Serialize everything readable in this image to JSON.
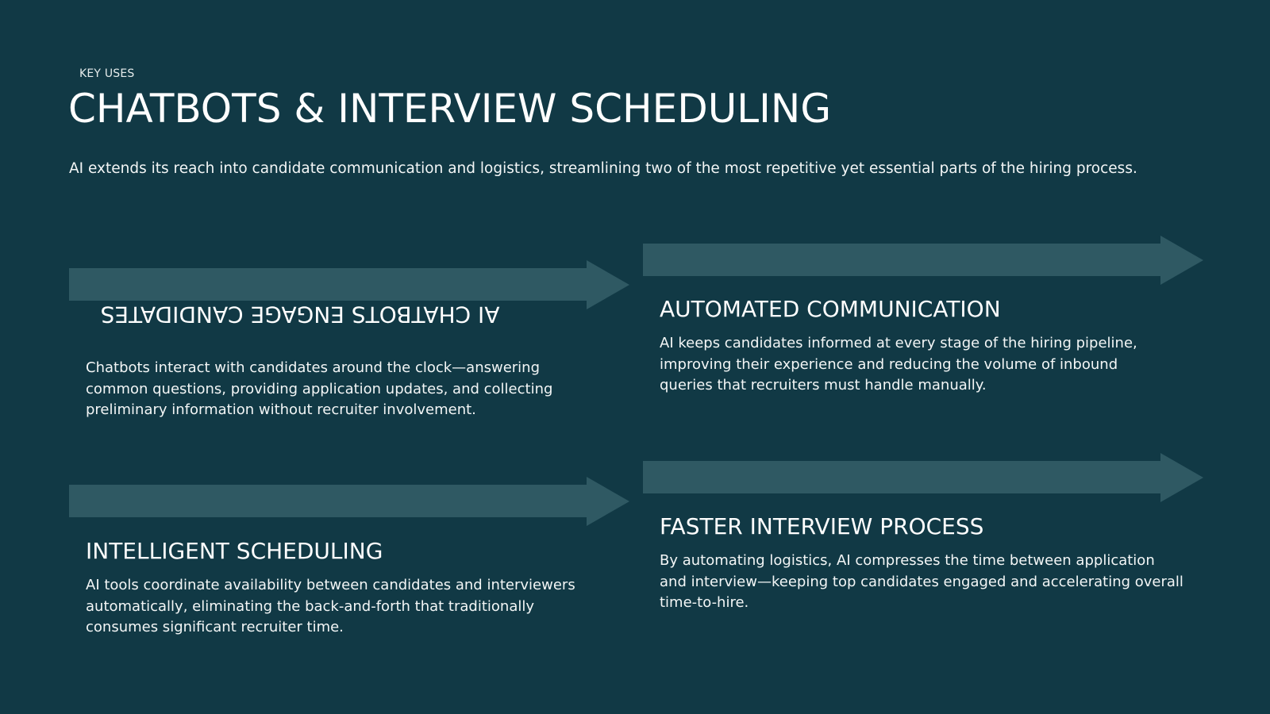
{
  "header": {
    "eyebrow": "KEY USES",
    "title": "CHATBOTS & INTERVIEW SCHEDULING",
    "subtitle": "AI extends its reach into candidate communication and logistics, streamlining two of the most repetitive yet essential parts of the hiring process."
  },
  "colors": {
    "background": "#113945",
    "arrow": "#2f5963",
    "text": "#ffffff"
  },
  "cards": [
    {
      "heading": "AI CHATBOTS ENGAGE CANDIDATES",
      "heading_flipped": true,
      "body": "Chatbots interact with candidates around the clock—answering common questions, providing application updates, and collecting preliminary information without recruiter involvement."
    },
    {
      "heading": "AUTOMATED COMMUNICATION",
      "heading_flipped": false,
      "body": "AI keeps candidates informed at every stage of the hiring pipeline, improving their experience and reducing the volume of inbound queries that recruiters must handle manually."
    },
    {
      "heading": "INTELLIGENT SCHEDULING",
      "heading_flipped": false,
      "body": "AI tools coordinate availability between candidates and interviewers automatically, eliminating the back-and-forth that traditionally consumes significant recruiter time."
    },
    {
      "heading": "FASTER INTERVIEW PROCESS",
      "heading_flipped": false,
      "body": "By automating logistics, AI compresses the time between application and interview—keeping top candidates engaged and accelerating overall time-to-hire."
    }
  ]
}
